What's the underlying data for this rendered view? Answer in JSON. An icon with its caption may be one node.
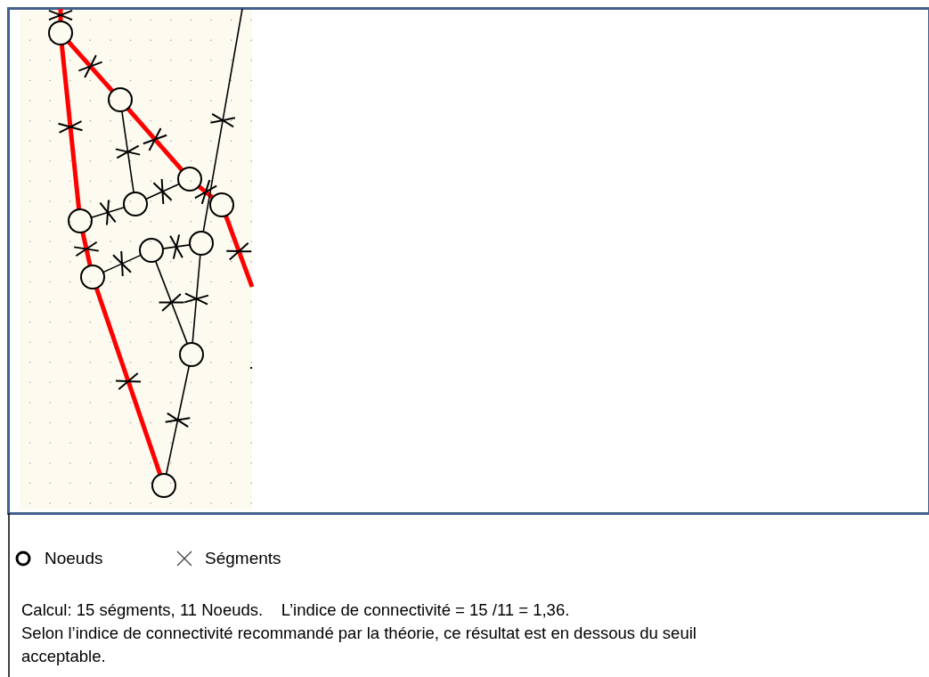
{
  "diagram": {
    "nodes": [
      {
        "text": [],
        "shape": "circle"
      },
      {
        "text": [],
        "shape": "circle"
      },
      {
        "text": [],
        "shape": "circle"
      },
      {
        "text": [],
        "shape": "circle"
      },
      {
        "text": [],
        "shape": "circle"
      },
      {
        "text": [],
        "shape": "circle"
      },
      {
        "text": [],
        "shape": "circle"
      },
      {
        "text": [],
        "shape": "circle"
      },
      {
        "text": [],
        "shape": "circle"
      },
      {
        "text": [],
        "shape": "circle"
      },
      {
        "text": [],
        "shape": "circle"
      }
    ],
    "edges": [
      {
        "from": null,
        "to": 0,
        "arrow": "none",
        "style": "thick",
        "color": "#ff0000"
      },
      {
        "from": 0,
        "to": 5,
        "arrow": "none",
        "style": "thick",
        "color": "#ff0000"
      },
      {
        "from": 5,
        "to": 8,
        "arrow": "none",
        "style": "thick",
        "color": "#ff0000"
      },
      {
        "from": 8,
        "to": 10,
        "arrow": "none",
        "style": "thick",
        "color": "#ff0000"
      },
      {
        "from": 0,
        "to": 1,
        "arrow": "none",
        "style": "thick",
        "color": "#ff0000"
      },
      {
        "from": 1,
        "to": 2,
        "arrow": "none",
        "style": "thick",
        "color": "#ff0000"
      },
      {
        "from": 2,
        "to": 3,
        "arrow": "none",
        "style": "thick",
        "color": "#ff0000"
      },
      {
        "from": 3,
        "to": null,
        "arrow": "none",
        "style": "thick",
        "color": "#ff0000"
      },
      {
        "from": null,
        "to": 7,
        "arrow": "none"
      },
      {
        "from": 7,
        "to": 9,
        "arrow": "none"
      },
      {
        "from": 9,
        "to": 10,
        "arrow": "none"
      },
      {
        "from": 1,
        "to": 4,
        "arrow": "none"
      },
      {
        "from": 5,
        "to": 4,
        "arrow": "none"
      },
      {
        "from": 4,
        "to": 2,
        "arrow": "none"
      },
      {
        "from": 8,
        "to": 6,
        "arrow": "none"
      },
      {
        "from": 6,
        "to": 7,
        "arrow": "none"
      },
      {
        "from": 6,
        "to": 9,
        "arrow": "none"
      }
    ],
    "labels": [
      "Calcul: 15 ségments, 11 Noeuds.    L’indice de connectivité = 15 /11 = 1,36.",
      "Selon l’indice de connectivité recommandé par la théorie, ce résultat est en dessous du seuil acceptable."
    ],
    "legend": [
      {
        "text": "Noeuds"
      },
      {
        "text": "Ségments"
      }
    ]
  }
}
